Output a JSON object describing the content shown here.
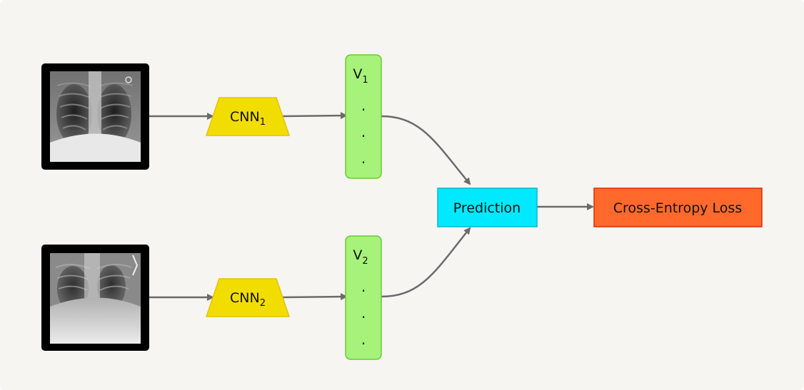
{
  "nodes": {
    "cnn1": {
      "base": "CNN",
      "sub": "1",
      "color": "#f2dd00"
    },
    "cnn2": {
      "base": "CNN",
      "sub": "2",
      "color": "#f2dd00"
    },
    "v1": {
      "base": "V",
      "sub": "1",
      "dots": ".",
      "color": "#a6f27a"
    },
    "v2": {
      "base": "V",
      "sub": "2",
      "dots": ".",
      "color": "#a6f27a"
    },
    "prediction": {
      "label": "Prediction",
      "color": "#00e9ff"
    },
    "loss": {
      "label": "Cross-Entropy Loss",
      "color": "#ff6a2c"
    }
  },
  "images": [
    {
      "name": "chest-xray-1"
    },
    {
      "name": "chest-xray-2"
    }
  ],
  "colors": {
    "arrow": "#6b6b6b",
    "background": "#f6f5f2"
  }
}
